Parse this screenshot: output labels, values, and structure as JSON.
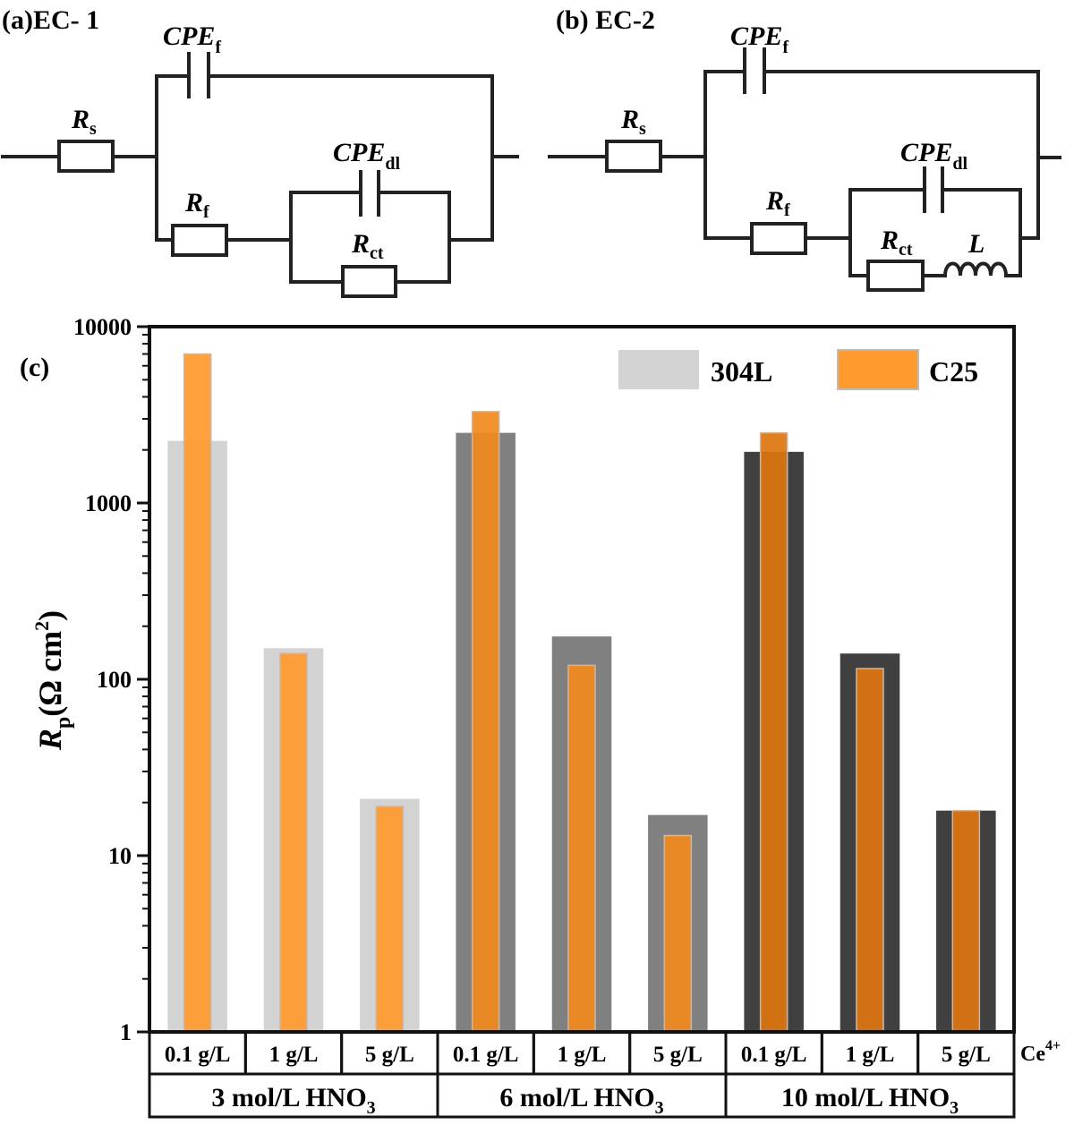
{
  "circuits": [
    {
      "label": "(a)EC- 1",
      "components": {
        "rs": "R",
        "rs_sub": "s",
        "cpef": "CPE",
        "cpef_sub": "f",
        "rf": "R",
        "rf_sub": "f",
        "cpedl": "CPE",
        "cpedl_sub": "dl",
        "rct": "R",
        "rct_sub": "ct"
      }
    },
    {
      "label": "(b) EC-2",
      "components": {
        "rs": "R",
        "rs_sub": "s",
        "cpef": "CPE",
        "cpef_sub": "f",
        "rf": "R",
        "rf_sub": "f",
        "cpedl": "CPE",
        "cpedl_sub": "dl",
        "rct": "R",
        "rct_sub": "ct",
        "l": "L"
      }
    }
  ],
  "chart_data": {
    "type": "bar",
    "panel_label": "(c)",
    "ylabel": "R",
    "ylabel_sub": "p",
    "ylabel_unit": "(Ω cm",
    "ylabel_unit_sup": "2",
    "ylabel_unit_end": ")",
    "yscale": "log",
    "ylim": [
      1,
      10000
    ],
    "yticks": [
      "1",
      "10",
      "100",
      "1000",
      "10000"
    ],
    "categories": [
      "0.1 g/L",
      "1 g/L",
      "5 g/L",
      "0.1 g/L",
      "1 g/L",
      "5 g/L",
      "0.1 g/L",
      "1 g/L",
      "5 g/L"
    ],
    "category_axis_label": "Ce",
    "category_axis_label_sup": "4+",
    "groups": [
      {
        "label": "3 mol/L HNO",
        "sub": "3",
        "color304": "#d3d3d3",
        "colorC25": "#ff9a2e"
      },
      {
        "label": "6 mol/L HNO",
        "sub": "3",
        "color304": "#808080",
        "colorC25": "#f28a1e"
      },
      {
        "label": "10 mol/L HNO",
        "sub": "3",
        "color304": "#404040",
        "colorC25": "#de7410"
      }
    ],
    "series": [
      {
        "name": "304L",
        "values": [
          2250,
          150,
          21,
          2500,
          175,
          17,
          1950,
          140,
          18
        ],
        "legend_color": "#d3d3d3"
      },
      {
        "name": "C25",
        "values": [
          7000,
          140,
          19,
          3300,
          120,
          13,
          2500,
          115,
          18
        ],
        "legend_color": "#ff9a2e"
      }
    ],
    "legend_position": "top-right",
    "grid": false
  }
}
